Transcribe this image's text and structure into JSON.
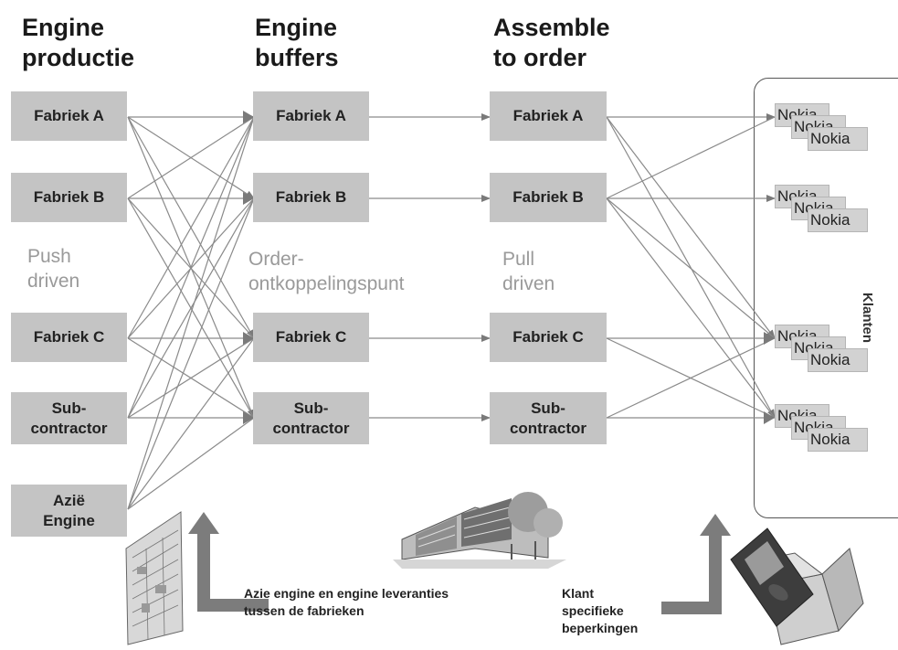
{
  "headers": {
    "engine_production": "Engine\nproductie",
    "engine_buffers": "Engine\nbuffers",
    "assemble_to_order": "Assemble\nto order"
  },
  "column1": {
    "fabriek_a": "Fabriek A",
    "fabriek_b": "Fabriek B",
    "fabriek_c": "Fabriek C",
    "subcontractor": "Sub-\ncontractor",
    "azie_engine": "Azië\nEngine"
  },
  "column2": {
    "fabriek_a": "Fabriek A",
    "fabriek_b": "Fabriek B",
    "fabriek_c": "Fabriek C",
    "subcontractor": "Sub-\ncontractor"
  },
  "column3": {
    "fabriek_a": "Fabriek A",
    "fabriek_b": "Fabriek B",
    "fabriek_c": "Fabriek C",
    "subcontractor": "Sub-\ncontractor"
  },
  "labels": {
    "push_driven": "Push\ndriven",
    "decoupling_point": "Order-\nontkoppelingspunt",
    "pull_driven": "Pull\ndriven"
  },
  "captions": {
    "asia_supply": "Azie engine en engine leveranties\ntussen de fabrieken",
    "customer_limits": "Klant\nspecifieke\nbeperkingen"
  },
  "customers": {
    "label": "Klanten",
    "card_text": "Nokia"
  },
  "colors": {
    "box_fill": "#c4c4c4",
    "line": "#7a7a7a",
    "arrow_block": "#7c7c7c",
    "gray_text": "#9a9a9a"
  },
  "icons": [
    "circuit-board-icon",
    "factory-building-icon",
    "mobile-phone-box-icon",
    "up-arrow-icon"
  ]
}
